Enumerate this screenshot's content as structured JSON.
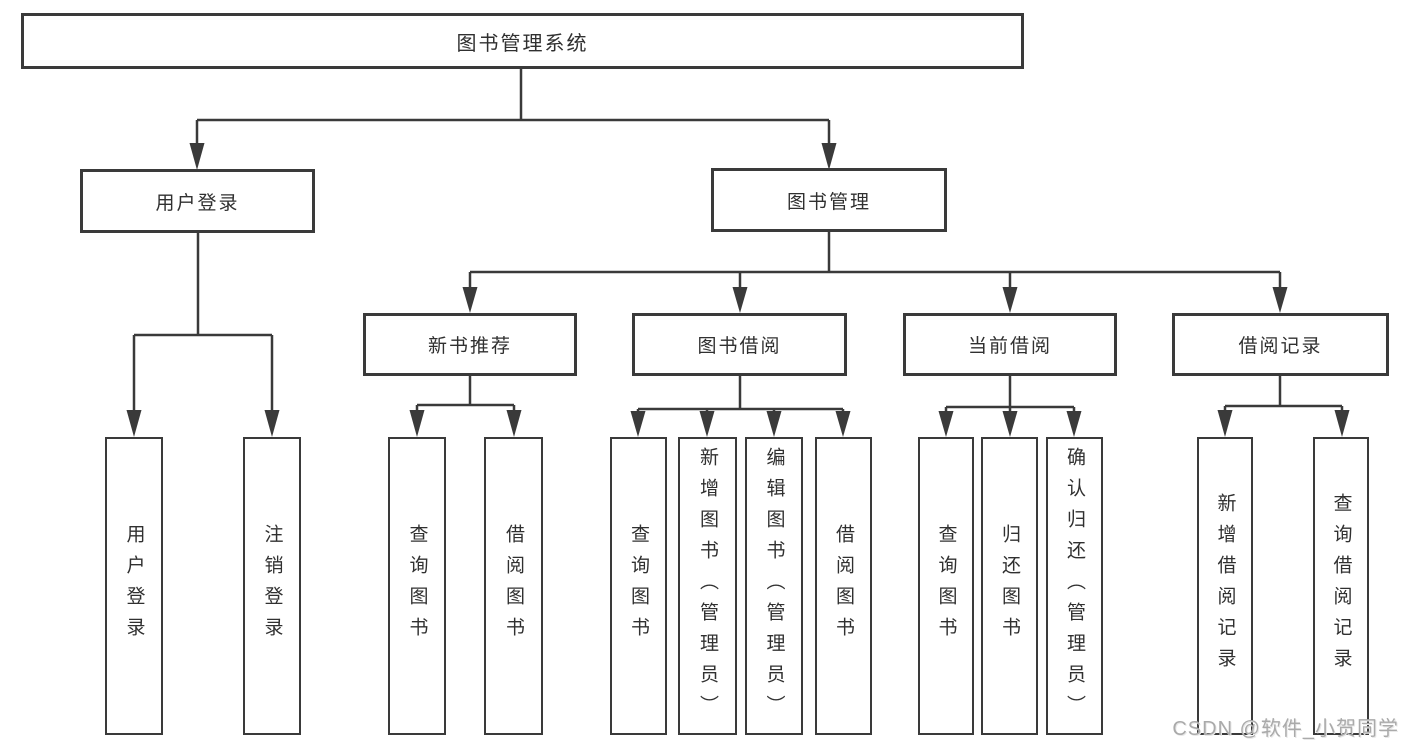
{
  "diagram": {
    "type": "tree-structure-chart",
    "colors": {
      "background": "#ffffff",
      "line": "#3a3a3a",
      "box_border": "#3a3a3a",
      "text": "#303030",
      "watermark": "#aaaaaa"
    },
    "tree": {
      "root": {
        "label": "图书管理系统"
      },
      "branches": [
        {
          "label": "用户登录",
          "leaves": [
            "用户登录",
            "注销登录"
          ]
        },
        {
          "label": "图书管理",
          "groups": [
            {
              "label": "新书推荐",
              "leaves": [
                "查询图书",
                "借阅图书"
              ]
            },
            {
              "label": "图书借阅",
              "leaves": [
                "查询图书",
                "新增图书（管理员）",
                "编辑图书（管理员）",
                "借阅图书"
              ]
            },
            {
              "label": "当前借阅",
              "leaves": [
                "查询图书",
                "归还图书",
                "确认归还（管理员）"
              ]
            },
            {
              "label": "借阅记录",
              "leaves": [
                "新增借阅记录",
                "查询借阅记录"
              ]
            }
          ]
        }
      ]
    },
    "watermark": "CSDN @软件_小贺同学"
  }
}
